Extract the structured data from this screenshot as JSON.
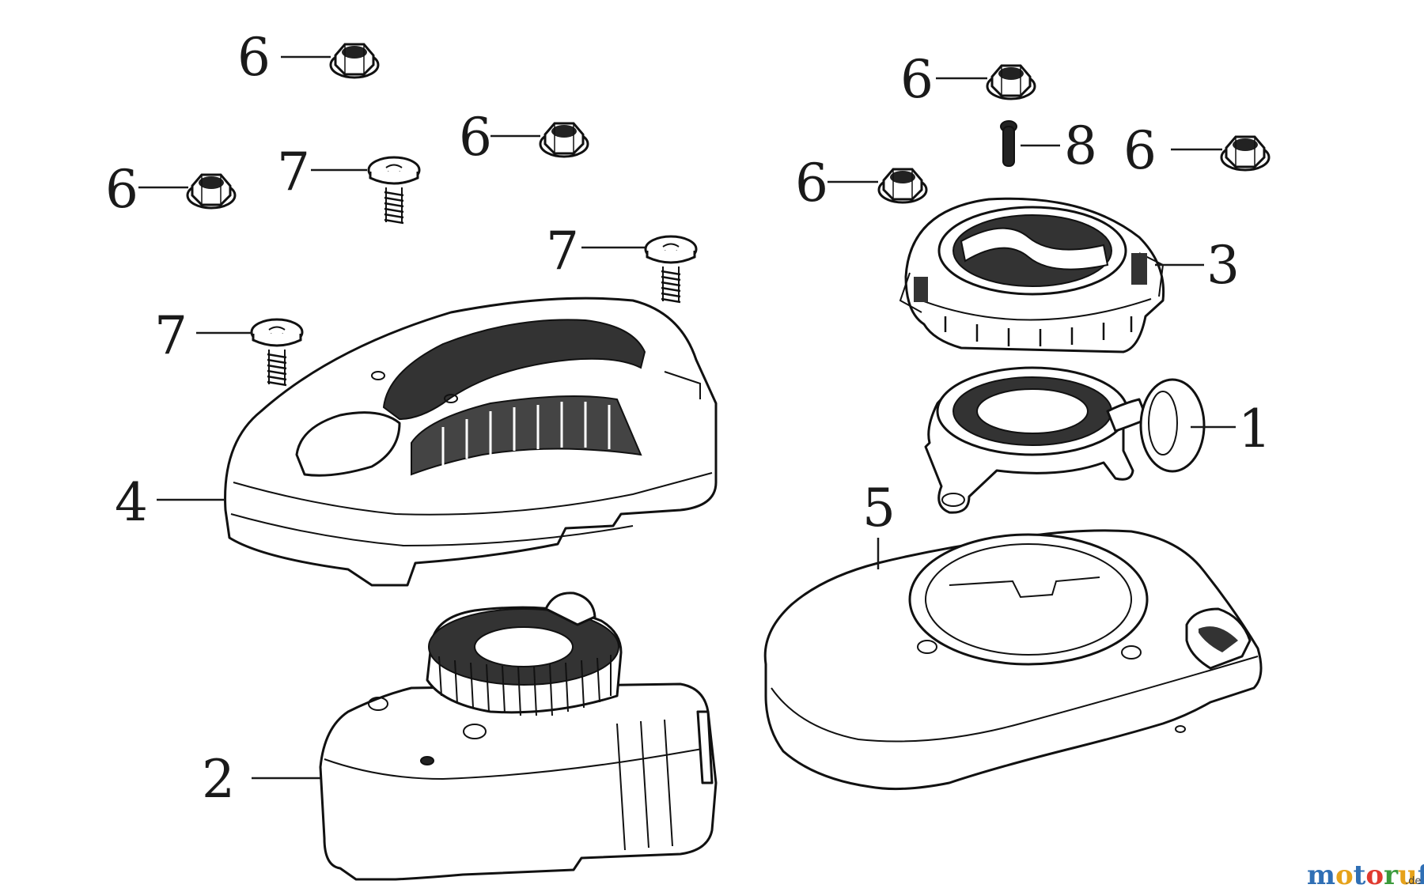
{
  "callouts": {
    "c6a": "6",
    "c6b": "6",
    "c6c": "6",
    "c6d": "6",
    "c6e": "6",
    "c6f": "6",
    "c7a": "7",
    "c7b": "7",
    "c7c": "7",
    "c8": "8",
    "c3": "3",
    "c1": "1",
    "c4": "4",
    "c5": "5",
    "c2": "2"
  },
  "watermark": {
    "letters": [
      "m",
      "o",
      "t",
      "o",
      "r",
      "u",
      "f"
    ],
    "letter_colors": [
      "#2f6fb5",
      "#e6a21a",
      "#2f6fb5",
      "#e03a2f",
      "#3a9a3a",
      "#e6a21a",
      "#2f6fb5"
    ],
    "suffix": ".de"
  }
}
